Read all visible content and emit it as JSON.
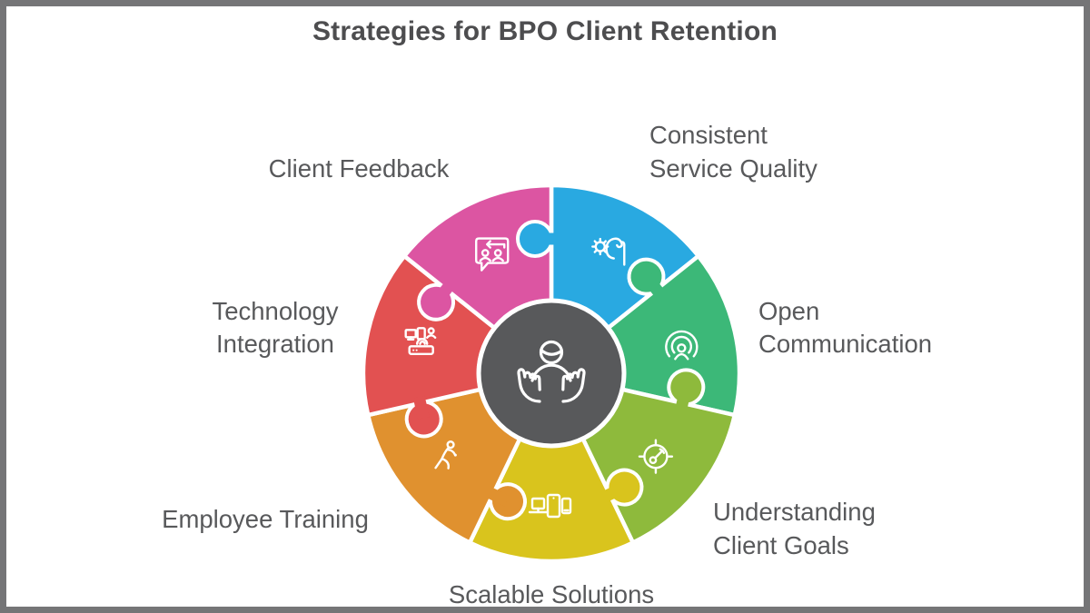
{
  "title": "Strategies for BPO Client Retention",
  "colors": {
    "background": "#ffffff",
    "frame_border": "#757577",
    "title_text": "#4d4d4f",
    "label_text": "#58595b",
    "center_circle": "#58595b",
    "icon_stroke": "#ffffff"
  },
  "center": {
    "icon": "client-care-hands-icon"
  },
  "segments": [
    {
      "id": "consistent-service-quality",
      "label_lines": [
        "Consistent",
        "Service Quality"
      ],
      "color": "#29a9e1",
      "icon": "hand-gear-icon"
    },
    {
      "id": "open-communication",
      "label_lines": [
        "Open",
        "Communication"
      ],
      "color": "#3cb878",
      "icon": "broadcast-icon"
    },
    {
      "id": "understanding-client-goals",
      "label_lines": [
        "Understanding",
        "Client Goals"
      ],
      "color": "#8eba3c",
      "icon": "goal-target-icon"
    },
    {
      "id": "scalable-solutions",
      "label_lines": [
        "Scalable Solutions"
      ],
      "color": "#d9c41d",
      "icon": "devices-icon"
    },
    {
      "id": "employee-training",
      "label_lines": [
        "Employee Training"
      ],
      "color": "#e0912f",
      "icon": "training-person-icon"
    },
    {
      "id": "technology-integration",
      "label_lines": [
        "Technology",
        "Integration"
      ],
      "color": "#e25151",
      "icon": "tech-network-icon"
    },
    {
      "id": "client-feedback",
      "label_lines": [
        "Client Feedback"
      ],
      "color": "#dc55a2",
      "icon": "feedback-chat-icon"
    }
  ]
}
